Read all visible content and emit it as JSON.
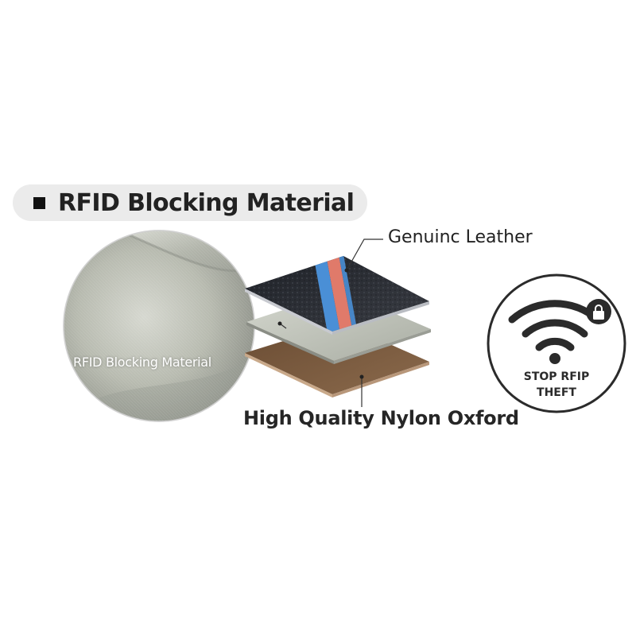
{
  "title": "RFID Blocking Material",
  "labels": {
    "top_layer": "Genuinc Leather",
    "bottom_layer": "High Quality Nylon Oxford",
    "circle": "RFID Blocking Material"
  },
  "badge": {
    "line1": "STOP RFIP",
    "line2": "THEFT",
    "icon": "wifi-lock-icon"
  },
  "colors": {
    "pill_background": "#ebebeb",
    "leather": "#2a2d33",
    "stripe_blue": "#4a8fd6",
    "stripe_red": "#e07a6a",
    "blocking_fabric": "#b9bdb4",
    "nylon": "#7a5a3e"
  }
}
